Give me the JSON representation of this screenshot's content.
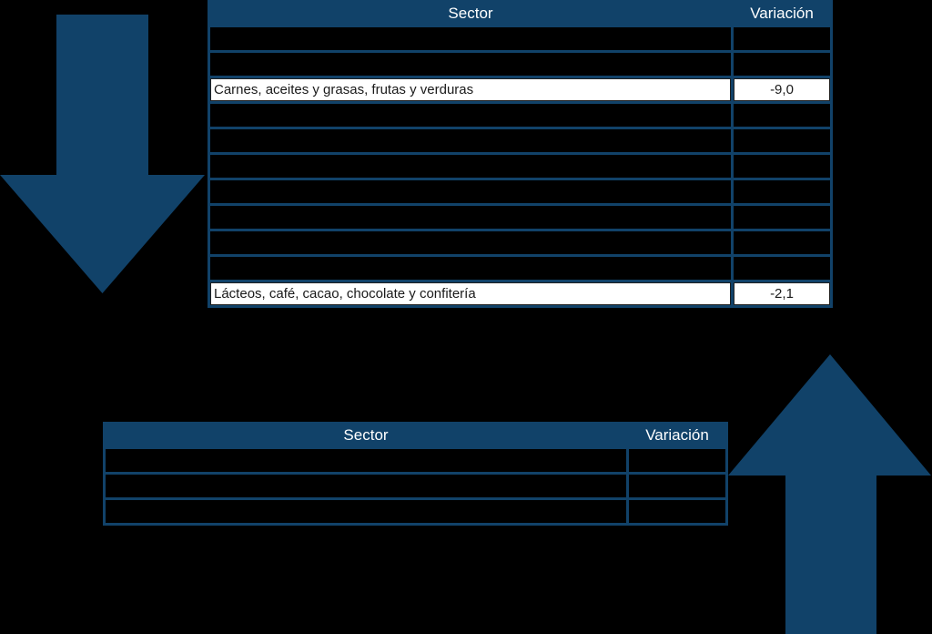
{
  "colors": {
    "navy": "#114269",
    "page_background": "#000000",
    "empty_row_background": "#000000",
    "highlight_row_background": "#FFFFFF",
    "header_text": "#FFFFFF",
    "cell_text": "#1A1A1A"
  },
  "icons": {
    "down_arrow": "down-arrow",
    "up_arrow": "up-arrow"
  },
  "tables": [
    {
      "headers": {
        "sector": "Sector",
        "variacion": "Variación"
      },
      "rows": [
        {
          "sector": "",
          "variacion": "",
          "highlight": false
        },
        {
          "sector": "",
          "variacion": "",
          "highlight": false
        },
        {
          "sector": "Carnes, aceites y grasas, frutas y verduras",
          "variacion": "-9,0",
          "highlight": true
        },
        {
          "sector": "",
          "variacion": "",
          "highlight": false
        },
        {
          "sector": "",
          "variacion": "",
          "highlight": false
        },
        {
          "sector": "",
          "variacion": "",
          "highlight": false
        },
        {
          "sector": "",
          "variacion": "",
          "highlight": false
        },
        {
          "sector": "",
          "variacion": "",
          "highlight": false
        },
        {
          "sector": "",
          "variacion": "",
          "highlight": false
        },
        {
          "sector": "",
          "variacion": "",
          "highlight": false
        },
        {
          "sector": "Lácteos, café, cacao, chocolate y confitería",
          "variacion": "-2,1",
          "highlight": true
        }
      ]
    },
    {
      "headers": {
        "sector": "Sector",
        "variacion": "Variación"
      },
      "rows": [
        {
          "sector": "",
          "variacion": "",
          "highlight": false
        },
        {
          "sector": "",
          "variacion": "",
          "highlight": false
        },
        {
          "sector": "",
          "variacion": "",
          "highlight": false
        }
      ]
    }
  ]
}
